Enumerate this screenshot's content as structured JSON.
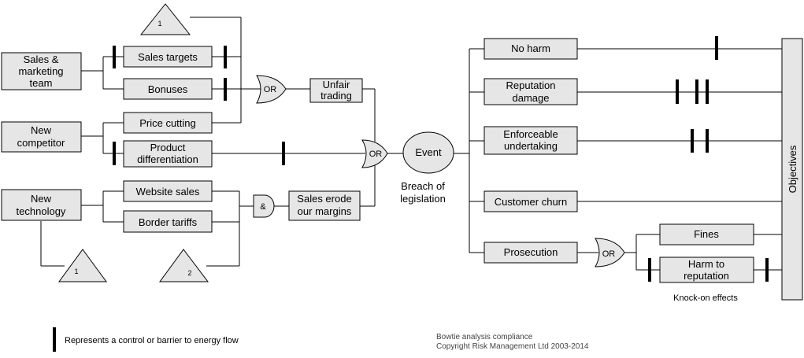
{
  "causes": {
    "sales_team": [
      "Sales &",
      "marketing",
      "team"
    ],
    "new_competitor": [
      "New",
      "competitor"
    ],
    "new_technology": [
      "New",
      "technology"
    ]
  },
  "threats": {
    "sales_targets": "Sales targets",
    "bonuses": "Bonuses",
    "price_cutting": "Price cutting",
    "product_differentiation": [
      "Product",
      "differentiation"
    ],
    "website_sales": "Website sales",
    "border_tariffs": "Border tariffs"
  },
  "gates": {
    "or_top": "OR",
    "or_center": "OR",
    "and_gate": "&",
    "or_prosecution": "OR"
  },
  "connectors": {
    "top": "1",
    "bottom_left": "1",
    "bottom_right": "2"
  },
  "intermediate": {
    "unfair_trading": [
      "Unfair",
      "trading"
    ],
    "sales_erode": [
      "Sales erode",
      "our margins"
    ]
  },
  "event": {
    "label": "Event",
    "caption": [
      "Breach of",
      "legislation"
    ]
  },
  "consequences": {
    "no_harm": "No harm",
    "reputation_damage": [
      "Reputation",
      "damage"
    ],
    "enforceable_undertaking": [
      "Enforceable",
      "undertaking"
    ],
    "customer_churn": "Customer churn",
    "prosecution": "Prosecution",
    "fines": "Fines",
    "harm_to_reputation": [
      "Harm to",
      "reputation"
    ]
  },
  "knock_on_label": "Knock-on effects",
  "objectives_label": "Objectives",
  "legend": "Represents a control or barrier to energy flow",
  "footer": {
    "line1": "Bowtie analysis compliance",
    "line2": "Copyright Risk Management Ltd 2003-2014"
  }
}
